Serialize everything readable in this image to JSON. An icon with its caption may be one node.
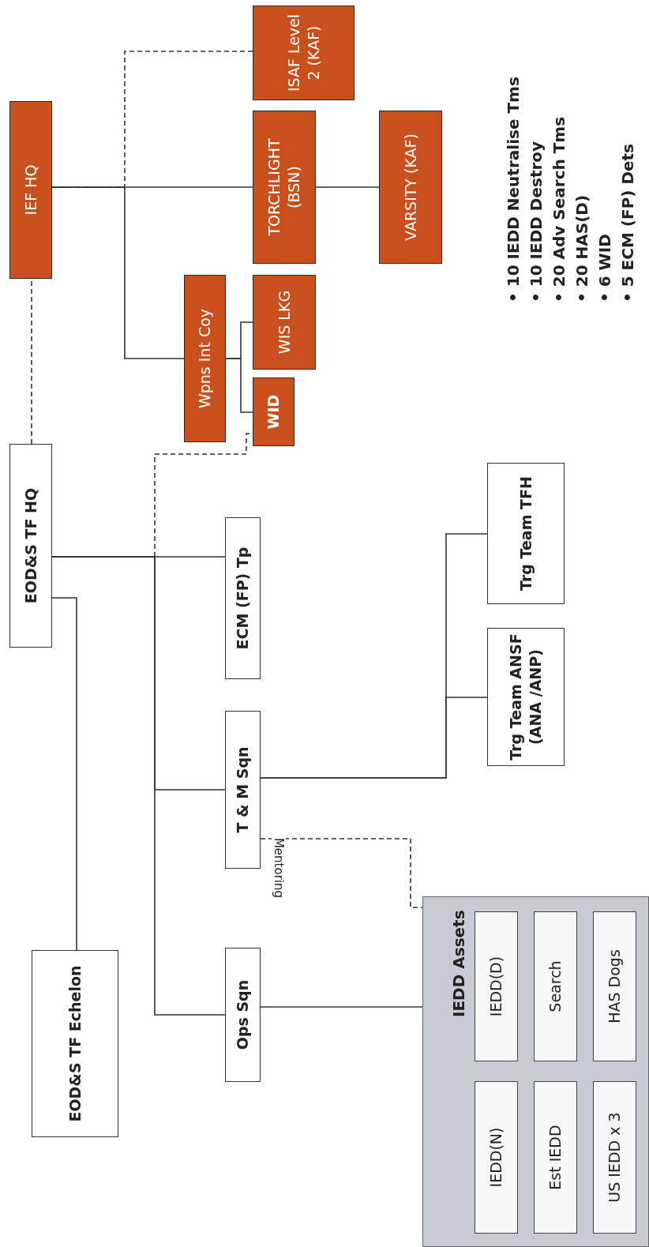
{
  "diagram": {
    "nodes": [
      {
        "text": [
          "EOD&S TF Echelon"
        ]
      },
      {
        "text": [
          "EOD&S TF HQ"
        ]
      },
      {
        "text": [
          "IEF HQ"
        ]
      },
      {
        "text": [
          "Ops Sqn"
        ]
      },
      {
        "text": [
          "T & M Sqn"
        ]
      },
      {
        "text": [
          "ECM (FP) Tp"
        ]
      },
      {
        "text": [
          "Wpns Int Coy"
        ]
      },
      {
        "text": [
          "WID"
        ]
      },
      {
        "text": [
          "WIS LKG"
        ]
      },
      {
        "text": [
          "TORCHLIGHT (BSN)"
        ]
      },
      {
        "text": [
          "ISAF Level 2 (KAF)"
        ]
      },
      {
        "text": [
          "VARSITY (KAF)"
        ]
      },
      {
        "text": [
          "IEDD Assets"
        ]
      },
      {
        "text": [
          "IEDD(N)"
        ],
        "in": 12
      },
      {
        "text": [
          "IEDD(D)"
        ],
        "in": 12
      },
      {
        "text": [
          "Est IEDD"
        ],
        "in": 12
      },
      {
        "text": [
          "Search"
        ],
        "in": 12
      },
      {
        "text": [
          "US IEDD x 3"
        ],
        "in": 12
      },
      {
        "text": [
          "HAS Dogs"
        ],
        "in": 12
      },
      {
        "text": [
          "Trg Team ANSF (ANA /ANP)"
        ]
      },
      {
        "text": [
          "Trg Team TFH"
        ]
      }
    ],
    "edges": [
      {
        "from": 1,
        "to": 2,
        "arrow": "none",
        "style": "dashed"
      },
      {
        "from": 2,
        "to": 9,
        "arrow": "none"
      },
      {
        "from": 2,
        "to": 6,
        "arrow": "none"
      },
      {
        "from": 2,
        "to": 10,
        "arrow": "none",
        "style": "dashed"
      },
      {
        "from": 9,
        "to": 11,
        "arrow": "none"
      },
      {
        "from": 6,
        "to": 8,
        "arrow": "none"
      },
      {
        "from": 6,
        "to": 7,
        "arrow": "none"
      },
      {
        "from": 1,
        "to": 0,
        "arrow": "none"
      },
      {
        "from": 1,
        "to": 5,
        "arrow": "none"
      },
      {
        "from": 1,
        "to": 4,
        "arrow": "none"
      },
      {
        "from": 1,
        "to": 3,
        "arrow": "none"
      },
      {
        "from": 1,
        "to": 7,
        "arrow": "none",
        "style": "dashed"
      },
      {
        "from": 4,
        "to": 19,
        "arrow": "none"
      },
      {
        "from": 4,
        "to": 20,
        "arrow": "none"
      },
      {
        "from": 3,
        "to": 12,
        "arrow": "none"
      },
      {
        "from": 4,
        "to": 12,
        "arrow": "none",
        "style": "dashed",
        "label": "Mentoring"
      }
    ],
    "labels": [
      "• 10 IEDD Neutralise Tms",
      "• 10 IEDD Destroy",
      "• 20 Adv Search Tms",
      "• 20 HAS(D)",
      "• 6 WID",
      "• 5 ECM (FP) Dets"
    ]
  }
}
